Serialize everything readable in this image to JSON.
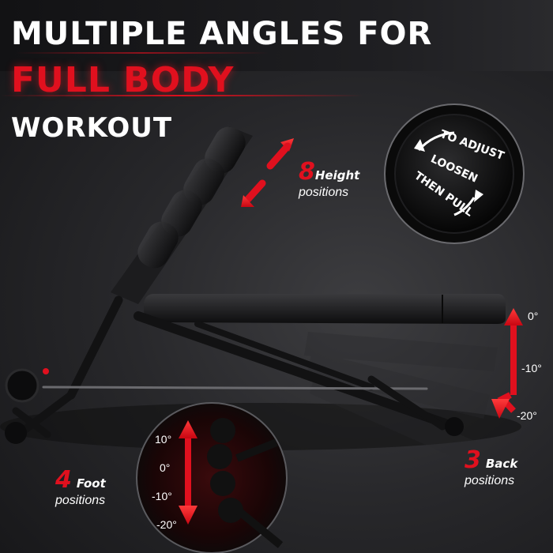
{
  "headline": {
    "line1": "MULTIPLE ANGLES FOR",
    "line2": "FULL BODY",
    "line3": "WORKOUT"
  },
  "height_callout": {
    "number": "8",
    "word": "Height",
    "sub": "positions"
  },
  "back_callout": {
    "number": "3",
    "word": "Back",
    "sub": "positions"
  },
  "foot_callout": {
    "number": "4",
    "word": "Foot",
    "sub": "positions"
  },
  "adjust_knob": {
    "line1": "TO ADJUST",
    "line2": "LOOSEN",
    "line3": "THEN PULL"
  },
  "back_angles": [
    "0°",
    "-10°",
    "-20°"
  ],
  "foot_angles": [
    "10°",
    "0°",
    "-10°",
    "-20°"
  ],
  "colors": {
    "accent_red": "#e0101e",
    "text_white": "#ffffff",
    "background": "#2a2a2d"
  }
}
